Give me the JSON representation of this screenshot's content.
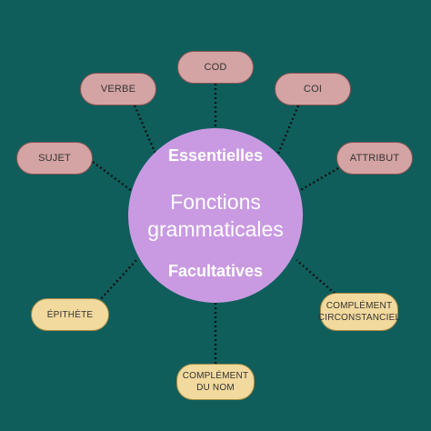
{
  "center": {
    "title_line1": "Fonctions",
    "title_line2": "grammaticales",
    "essential_label": "Essentielles",
    "optional_label": "Facultatives"
  },
  "essential_nodes": {
    "cod": "COD",
    "verbe": "VERBE",
    "coi": "COI",
    "sujet": "SUJET",
    "attribut": "ATTRIBUT"
  },
  "optional_nodes": {
    "epithete": "ÉPITHÈTE",
    "complement_circonstanciel_line1": "COMPLÉMENT",
    "complement_circonstanciel_line2": "CIRCONSTANCIEL",
    "complement_du_nom_line1": "COMPLÉMENT",
    "complement_du_nom_line2": "DU NOM"
  },
  "colors": {
    "background": "#0f5e5c",
    "center_circle": "#c99ae2",
    "essential_node": "#d4a3a3",
    "optional_node": "#f2d99d",
    "connector": "#111111"
  }
}
